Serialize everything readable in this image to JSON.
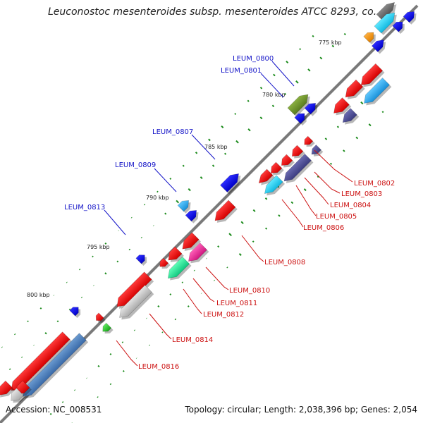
{
  "title": "Leuconostoc mesenteroides subsp. mesenteroides ATCC 8293, co...",
  "footer": {
    "accession": "Accession: NC_008531",
    "summary": "Topology: circular; Length: 2,038,396 bp; Genes: 2,054"
  },
  "ticks": [
    "775 kbp",
    "780 kbp",
    "785 kbp",
    "790 kbp",
    "795 kbp",
    "800 kbp"
  ],
  "forward_labels": [
    "LEUM_0800",
    "LEUM_0801",
    "LEUM_0807",
    "LEUM_0809",
    "LEUM_0813"
  ],
  "reverse_labels": [
    "LEUM_0802",
    "LEUM_0803",
    "LEUM_0804",
    "LEUM_0805",
    "LEUM_0806",
    "LEUM_0808",
    "LEUM_0810",
    "LEUM_0811",
    "LEUM_0812",
    "LEUM_0814",
    "LEUM_0816"
  ],
  "colors": {
    "backbone": "#888888",
    "label_forward": "#1515c8",
    "label_reverse": "#cc1111",
    "gc_marks": "#1a8a1a"
  }
}
